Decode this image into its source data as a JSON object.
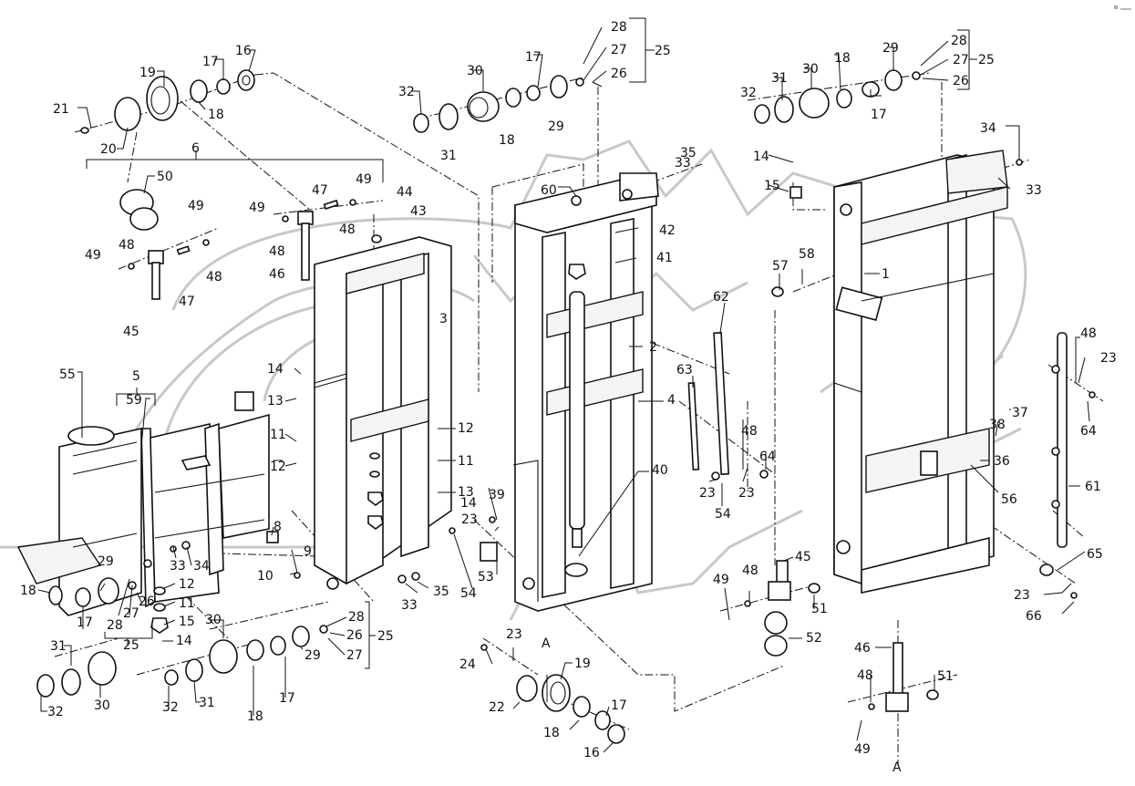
{
  "diagram": {
    "type": "exploded parts diagram",
    "subject": "lift mast assembly (forklift)",
    "watermark": "logo watermark (light grey outline)",
    "corner_mark": "small grey mark (illegible)",
    "callouts": [
      {
        "id": "c21",
        "text": "21"
      },
      {
        "id": "c20",
        "text": "20"
      },
      {
        "id": "c19a",
        "text": "19"
      },
      {
        "id": "c17a",
        "text": "17"
      },
      {
        "id": "c16a",
        "text": "16"
      },
      {
        "id": "c18a",
        "text": "18"
      },
      {
        "id": "c6",
        "text": "6"
      },
      {
        "id": "c50",
        "text": "50"
      },
      {
        "id": "c48a",
        "text": "48"
      },
      {
        "id": "c49a",
        "text": "49"
      },
      {
        "id": "c49b",
        "text": "49"
      },
      {
        "id": "c48b",
        "text": "48"
      },
      {
        "id": "c47a",
        "text": "47"
      },
      {
        "id": "c45a",
        "text": "45"
      },
      {
        "id": "c49c",
        "text": "49"
      },
      {
        "id": "c48c",
        "text": "48"
      },
      {
        "id": "c46a",
        "text": "46"
      },
      {
        "id": "c47b",
        "text": "47"
      },
      {
        "id": "c49d",
        "text": "49"
      },
      {
        "id": "c48d",
        "text": "48"
      },
      {
        "id": "c44",
        "text": "44"
      },
      {
        "id": "c43",
        "text": "43"
      },
      {
        "id": "c3",
        "text": "3"
      },
      {
        "id": "c32a",
        "text": "32"
      },
      {
        "id": "c31a",
        "text": "31"
      },
      {
        "id": "c30a",
        "text": "30"
      },
      {
        "id": "c18b",
        "text": "18"
      },
      {
        "id": "c17b",
        "text": "17"
      },
      {
        "id": "c29a",
        "text": "29"
      },
      {
        "id": "c28a",
        "text": "28"
      },
      {
        "id": "c27a",
        "text": "27"
      },
      {
        "id": "c26a",
        "text": "26"
      },
      {
        "id": "c25a",
        "text": "25"
      },
      {
        "id": "c60",
        "text": "60"
      },
      {
        "id": "c33a",
        "text": "33"
      },
      {
        "id": "c35a",
        "text": "35"
      },
      {
        "id": "c42",
        "text": "42"
      },
      {
        "id": "c41",
        "text": "41"
      },
      {
        "id": "c2",
        "text": "2"
      },
      {
        "id": "c4",
        "text": "4"
      },
      {
        "id": "c62",
        "text": "62"
      },
      {
        "id": "c63",
        "text": "63"
      },
      {
        "id": "c40",
        "text": "40"
      },
      {
        "id": "c32b",
        "text": "32"
      },
      {
        "id": "c31b",
        "text": "31"
      },
      {
        "id": "c30b",
        "text": "30"
      },
      {
        "id": "c18c",
        "text": "18"
      },
      {
        "id": "c17c",
        "text": "17"
      },
      {
        "id": "c29b",
        "text": "29"
      },
      {
        "id": "c28b",
        "text": "28"
      },
      {
        "id": "c27b",
        "text": "27"
      },
      {
        "id": "c26b",
        "text": "26"
      },
      {
        "id": "c25b",
        "text": "25"
      },
      {
        "id": "c34a",
        "text": "34"
      },
      {
        "id": "c33b",
        "text": "33"
      },
      {
        "id": "c14a",
        "text": "14"
      },
      {
        "id": "c15a",
        "text": "15"
      },
      {
        "id": "c57",
        "text": "57"
      },
      {
        "id": "c58",
        "text": "58"
      },
      {
        "id": "c1",
        "text": "1"
      },
      {
        "id": "c48e",
        "text": "48"
      },
      {
        "id": "c23a",
        "text": "23"
      },
      {
        "id": "c64a",
        "text": "64"
      },
      {
        "id": "c38",
        "text": "38"
      },
      {
        "id": "c37",
        "text": "37"
      },
      {
        "id": "c36",
        "text": "36"
      },
      {
        "id": "c56",
        "text": "56"
      },
      {
        "id": "c61",
        "text": "61"
      },
      {
        "id": "c65",
        "text": "65"
      },
      {
        "id": "c23b",
        "text": "23"
      },
      {
        "id": "c66",
        "text": "66"
      },
      {
        "id": "c55",
        "text": "55"
      },
      {
        "id": "c5",
        "text": "5"
      },
      {
        "id": "c59",
        "text": "59"
      },
      {
        "id": "c14b",
        "text": "14"
      },
      {
        "id": "c13a",
        "text": "13"
      },
      {
        "id": "c11a",
        "text": "11"
      },
      {
        "id": "c12a",
        "text": "12"
      },
      {
        "id": "c8",
        "text": "8"
      },
      {
        "id": "c9",
        "text": "9"
      },
      {
        "id": "c10",
        "text": "10"
      },
      {
        "id": "c33c",
        "text": "33"
      },
      {
        "id": "c34b",
        "text": "34"
      },
      {
        "id": "c18d",
        "text": "18"
      },
      {
        "id": "c17d",
        "text": "17"
      },
      {
        "id": "c29c",
        "text": "29"
      },
      {
        "id": "c28c",
        "text": "28"
      },
      {
        "id": "c27c",
        "text": "27"
      },
      {
        "id": "c26c",
        "text": "26"
      },
      {
        "id": "c25c",
        "text": "25"
      },
      {
        "id": "c12b",
        "text": "12"
      },
      {
        "id": "c11b",
        "text": "11"
      },
      {
        "id": "c15b",
        "text": "15"
      },
      {
        "id": "c14c",
        "text": "14"
      },
      {
        "id": "c31c",
        "text": "31"
      },
      {
        "id": "c32c",
        "text": "32"
      },
      {
        "id": "c30c",
        "text": "30"
      },
      {
        "id": "c32d",
        "text": "32"
      },
      {
        "id": "c31d",
        "text": "31"
      },
      {
        "id": "c30d",
        "text": "30"
      },
      {
        "id": "c18e",
        "text": "18"
      },
      {
        "id": "c17e",
        "text": "17"
      },
      {
        "id": "c29d",
        "text": "29"
      },
      {
        "id": "c28d",
        "text": "28"
      },
      {
        "id": "c26d",
        "text": "26"
      },
      {
        "id": "c27d",
        "text": "27"
      },
      {
        "id": "c25d",
        "text": "25"
      },
      {
        "id": "c12c",
        "text": "12"
      },
      {
        "id": "c11c",
        "text": "11"
      },
      {
        "id": "c13b",
        "text": "13"
      },
      {
        "id": "c14d",
        "text": "14"
      },
      {
        "id": "c39",
        "text": "39"
      },
      {
        "id": "c23c",
        "text": "23"
      },
      {
        "id": "c54a",
        "text": "54"
      },
      {
        "id": "c53",
        "text": "53"
      },
      {
        "id": "c33d",
        "text": "33"
      },
      {
        "id": "c35b",
        "text": "35"
      },
      {
        "id": "c23d",
        "text": "23"
      },
      {
        "id": "c54b",
        "text": "54"
      },
      {
        "id": "c23e",
        "text": "23"
      },
      {
        "id": "c48f",
        "text": "48"
      },
      {
        "id": "c64b",
        "text": "64"
      },
      {
        "id": "c24",
        "text": "24"
      },
      {
        "id": "c23f",
        "text": "23"
      },
      {
        "id": "cA1",
        "text": "A"
      },
      {
        "id": "c19b",
        "text": "19"
      },
      {
        "id": "c22",
        "text": "22"
      },
      {
        "id": "c18f",
        "text": "18"
      },
      {
        "id": "c17f",
        "text": "17"
      },
      {
        "id": "c16b",
        "text": "16"
      },
      {
        "id": "c45b",
        "text": "45"
      },
      {
        "id": "c48g",
        "text": "48"
      },
      {
        "id": "c49e",
        "text": "49"
      },
      {
        "id": "c51a",
        "text": "51"
      },
      {
        "id": "c52",
        "text": "52"
      },
      {
        "id": "c46b",
        "text": "46"
      },
      {
        "id": "c48h",
        "text": "48"
      },
      {
        "id": "c51b",
        "text": "51"
      },
      {
        "id": "c49f",
        "text": "49"
      },
      {
        "id": "cA2",
        "text": "A"
      }
    ]
  }
}
